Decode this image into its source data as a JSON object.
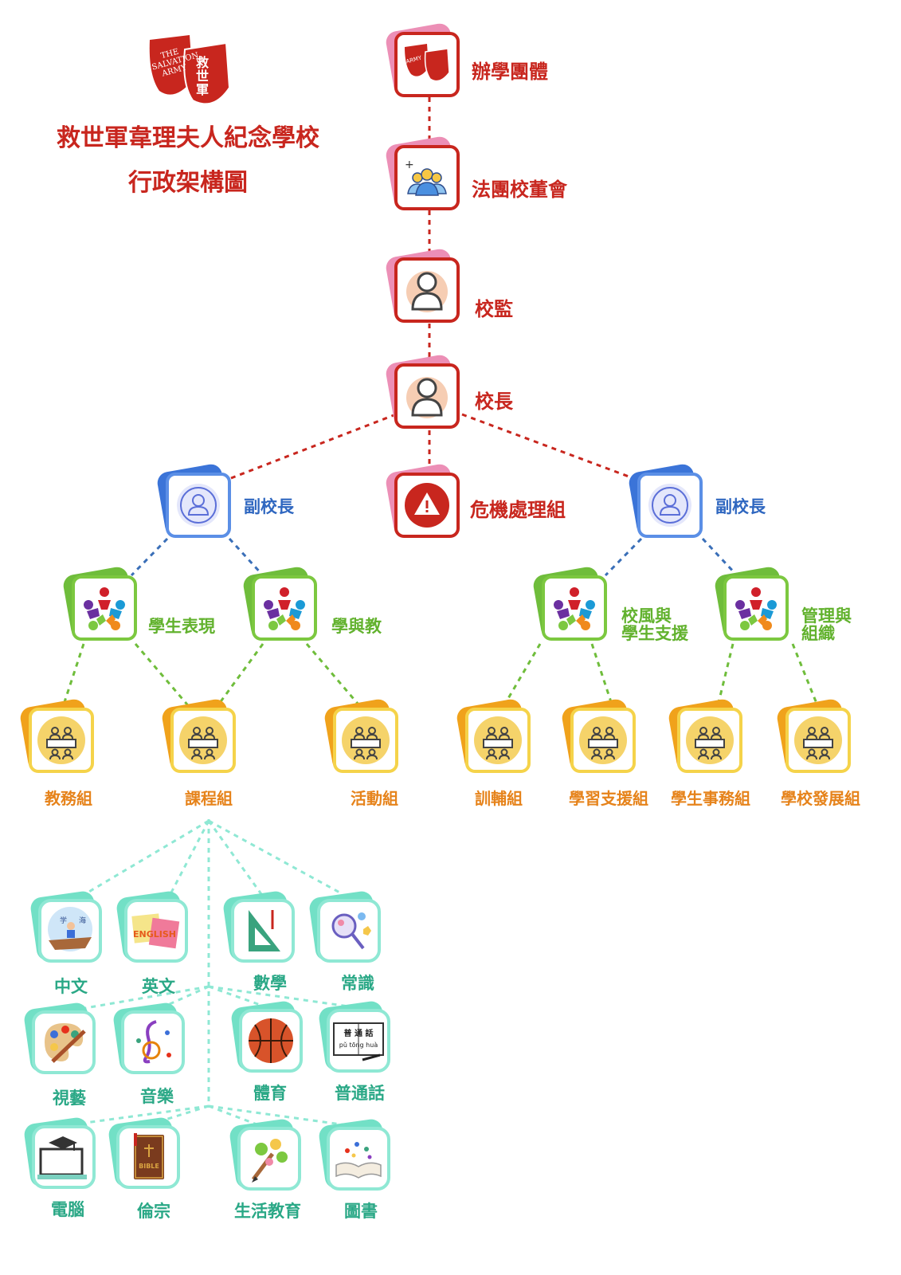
{
  "header": {
    "logo_text_en": "THE SALVATION ARMY",
    "logo_text_zh": "救世軍",
    "title": "救世軍韋理夫人紀念學校",
    "subtitle": "行政架構圖"
  },
  "top_chain": {
    "sponsor": "辦學團體",
    "board": "法團校董會",
    "supervisor": "校監",
    "principal": "校長",
    "crisis": "危機處理組"
  },
  "vice_principals": [
    "副校長",
    "副校長"
  ],
  "divisions": [
    "學生表現",
    "學與教",
    "校風與\n學生支援",
    "管理與\n組織"
  ],
  "groups": [
    "教務組",
    "課程組",
    "活動組",
    "訓輔組",
    "學習支援組",
    "學生事務組",
    "學校發展組"
  ],
  "subjects": [
    "中文",
    "英文",
    "數學",
    "常識",
    "視藝",
    "音樂",
    "體育",
    "普通話",
    "電腦",
    "倫宗",
    "生活教育",
    "圖書"
  ],
  "icon_text": {
    "chinese_boat": "学 海",
    "english_card": "ENGLISH",
    "bible": "BIBLE",
    "putonghua_chars": "普 通 話",
    "putonghua_pinyin": "pǔ tōng huà"
  },
  "colors": {
    "red": "#c8261e",
    "blue": "#2f67c0",
    "green": "#62b22e",
    "orange": "#e6831b",
    "teal": "#2aa886"
  }
}
